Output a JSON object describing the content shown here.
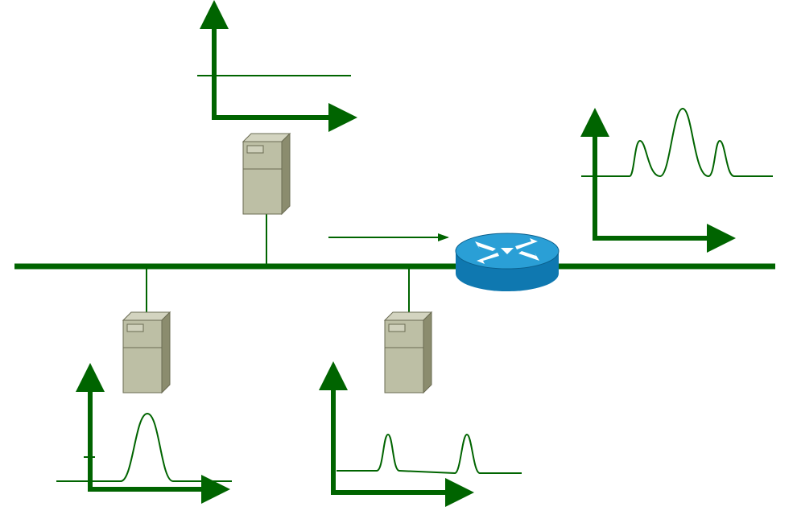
{
  "colors": {
    "background": "#ffffff",
    "network": "#006400",
    "server_front": "#bdbfa5",
    "server_side": "#8b8c6e",
    "server_top": "#d3d4c0",
    "server_outline": "#6a6b52",
    "router_top": "#2a9fd6",
    "router_body": "#0f78b0",
    "router_arrows": "#ffffff"
  },
  "nodes": [
    {
      "type": "server",
      "icon": "server-tower-icon",
      "name": "server-top"
    },
    {
      "type": "server",
      "icon": "server-tower-icon",
      "name": "server-bottom-left"
    },
    {
      "type": "server",
      "icon": "server-tower-icon",
      "name": "server-bottom-middle"
    },
    {
      "type": "router",
      "icon": "router-icon",
      "name": "router"
    }
  ],
  "traffic_direction": "toward-router",
  "graphs": [
    {
      "name": "graph-top-server",
      "shape": "flat"
    },
    {
      "name": "graph-router",
      "shape": "three-peaks"
    },
    {
      "name": "graph-bottom-left-server",
      "shape": "single-peak"
    },
    {
      "name": "graph-bottom-middle-server",
      "shape": "two-peaks"
    }
  ]
}
